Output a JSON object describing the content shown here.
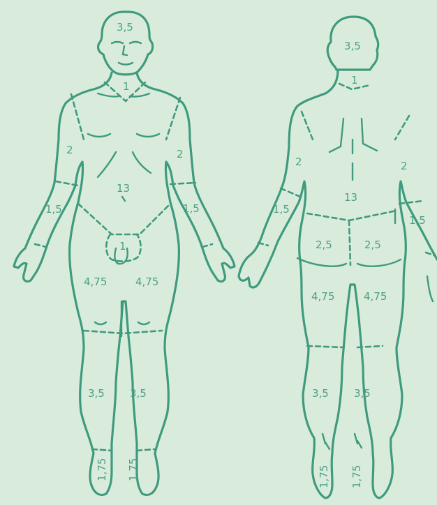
{
  "palette": {
    "background": "#d9ecdb",
    "line": "#3f9a7e",
    "text": "#4e9f86"
  },
  "front": {
    "head": "3,5",
    "neck": "1",
    "trunk": "13",
    "upper_arm_left": "2",
    "upper_arm_right": "2",
    "forearm_left": "1,5",
    "forearm_right": "1,5",
    "genitals": "1",
    "thigh_left": "4,75",
    "thigh_right": "4,75",
    "leg_left": "3,5",
    "leg_right": "3,5",
    "foot_left": "1,75",
    "foot_right": "1,75"
  },
  "back": {
    "head": "3,5",
    "neck": "1",
    "trunk": "13",
    "upper_arm_left": "2",
    "upper_arm_right": "2",
    "forearm_left": "1,5",
    "forearm_right": "1,5",
    "buttock_left": "2,5",
    "buttock_right": "2,5",
    "thigh_left": "4,75",
    "thigh_right": "4,75",
    "leg_left": "3,5",
    "leg_right": "3,5",
    "foot_left": "1,75",
    "foot_right": "1,75"
  }
}
